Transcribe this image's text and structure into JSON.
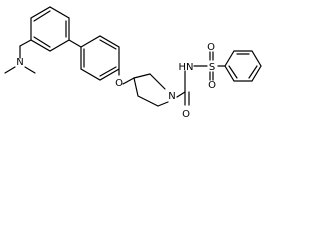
{
  "molecule": {
    "atoms": {
      "dimethylamino_n": "N",
      "ether_o": "O",
      "piperidine_n": "N",
      "carbonyl_o": "O",
      "sulfonamide_nh": "HN",
      "sulfur": "S",
      "sulfonyl_o_top": "O",
      "sulfonyl_o_bottom": "O"
    }
  }
}
